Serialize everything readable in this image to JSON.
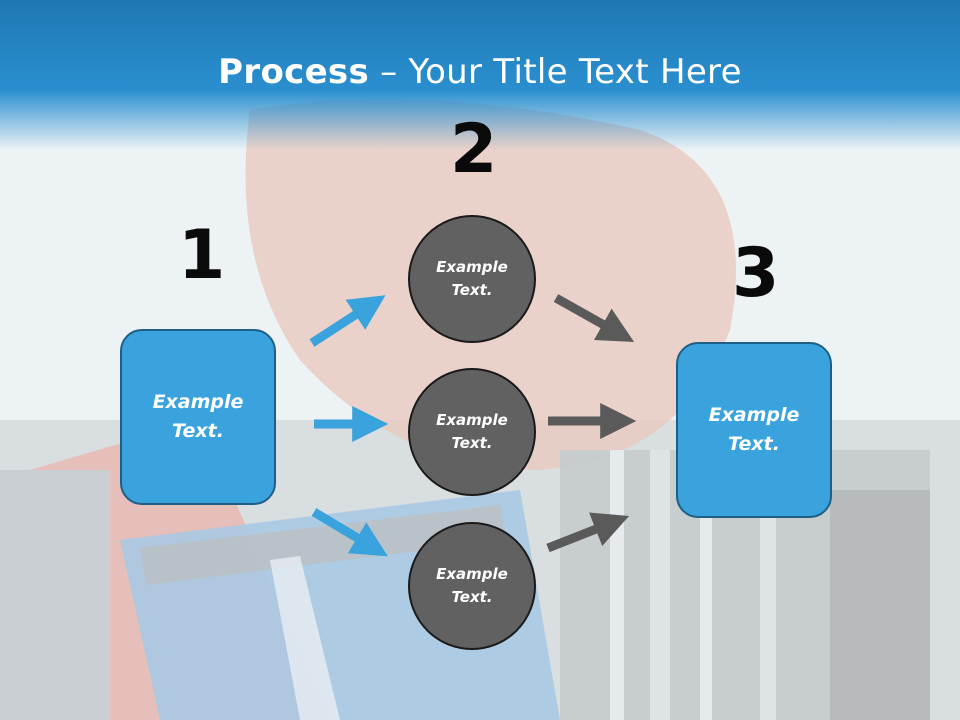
{
  "slide": {
    "title_bold": "Process",
    "title_rest": " – Your Title Text Here",
    "steps": [
      {
        "number": "1",
        "text_line1": "Example",
        "text_line2": "Text."
      },
      {
        "number": "2",
        "text_line1": "Example",
        "text_line2": "Text."
      },
      {
        "number": "3",
        "text_line1": "Example",
        "text_line2": "Text."
      }
    ],
    "circles": [
      {
        "text_line1": "Example",
        "text_line2": "Text."
      },
      {
        "text_line1": "Example",
        "text_line2": "Text."
      },
      {
        "text_line1": "Example",
        "text_line2": "Text."
      }
    ],
    "colors": {
      "header": "#1f78b4",
      "box_fill": "#3aa3dd",
      "circle_fill": "#616161",
      "blue_arrow": "#3aa3dd",
      "gray_arrow": "#5a5a5a"
    }
  }
}
